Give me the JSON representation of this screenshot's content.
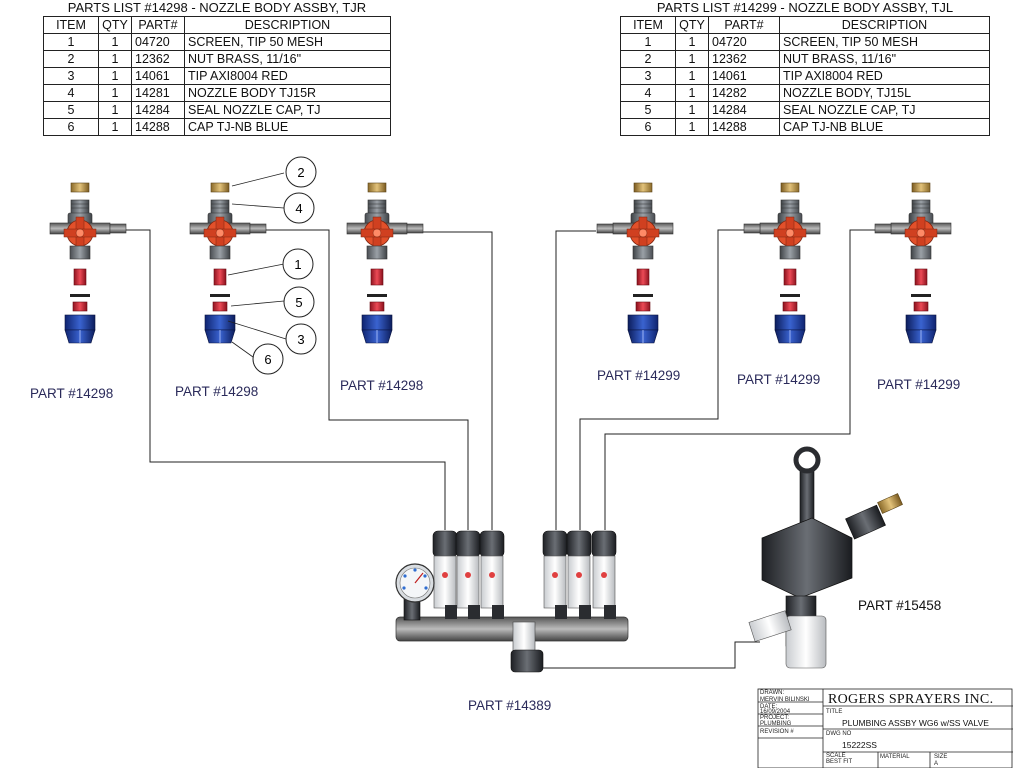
{
  "parts_lists": [
    {
      "title": "PARTS LIST #14298 - NOZZLE BODY ASSBY, TJR",
      "headers": [
        "ITEM",
        "QTY",
        "PART#",
        "DESCRIPTION"
      ],
      "rows": [
        [
          "1",
          "1",
          "04720",
          "SCREEN, TIP 50 MESH"
        ],
        [
          "2",
          "1",
          "12362",
          "NUT BRASS, 11/16\""
        ],
        [
          "3",
          "1",
          "14061",
          "TIP AXI8004 RED"
        ],
        [
          "4",
          "1",
          "14281",
          "NOZZLE BODY TJ15R"
        ],
        [
          "5",
          "1",
          "14284",
          "SEAL NOZZLE CAP, TJ"
        ],
        [
          "6",
          "1",
          "14288",
          "CAP TJ-NB BLUE"
        ]
      ]
    },
    {
      "title": "PARTS LIST #14299 - NOZZLE BODY ASSBY, TJL",
      "headers": [
        "ITEM",
        "QTY",
        "PART#",
        "DESCRIPTION"
      ],
      "rows": [
        [
          "1",
          "1",
          "04720",
          "SCREEN, TIP 50 MESH"
        ],
        [
          "2",
          "1",
          "12362",
          "NUT BRASS, 11/16\""
        ],
        [
          "3",
          "1",
          "14061",
          "TIP AXI8004 RED"
        ],
        [
          "4",
          "1",
          "14282",
          "NOZZLE BODY, TJ15L"
        ],
        [
          "5",
          "1",
          "14284",
          "SEAL NOZZLE CAP, TJ"
        ],
        [
          "6",
          "1",
          "14288",
          "CAP TJ-NB BLUE"
        ]
      ]
    }
  ],
  "part_labels": {
    "n1": "PART #14298",
    "n2": "PART #14298",
    "n3": "PART #14298",
    "n4": "PART #14299",
    "n5": "PART #14299",
    "n6": "PART #14299",
    "manifold": "PART #14389",
    "valve": "PART #15458"
  },
  "balloons": [
    "2",
    "4",
    "1",
    "5",
    "3",
    "6"
  ],
  "title_block": {
    "company": "ROGERS SPRAYERS INC.",
    "drawn_label": "DRAWN:",
    "drawn_by": "MERVIN BILINSKI",
    "date_label": "DATE:",
    "date": "16/09/2004",
    "project_label": "PROJECT:",
    "project": "PLUMBING",
    "revision_label": "REVISION #",
    "title_label": "TITLE",
    "title": "PLUMBING ASSBY WG6 w/SS VALVE",
    "dwg_label": "DWG NO",
    "dwg_no": "15222SS",
    "scale_label": "SCALE",
    "scale": "BEST FIT",
    "material_label": "MATERIAL",
    "size_label": "SIZE",
    "size": "A"
  },
  "colors": {
    "nozzle_body": "#7d8288",
    "valve_cross": "#e2502a",
    "tip": "#d8283a",
    "cap": "#1d3da0",
    "nut": "#c9a04a",
    "line": "#222222",
    "label": "#2a2a5a"
  }
}
